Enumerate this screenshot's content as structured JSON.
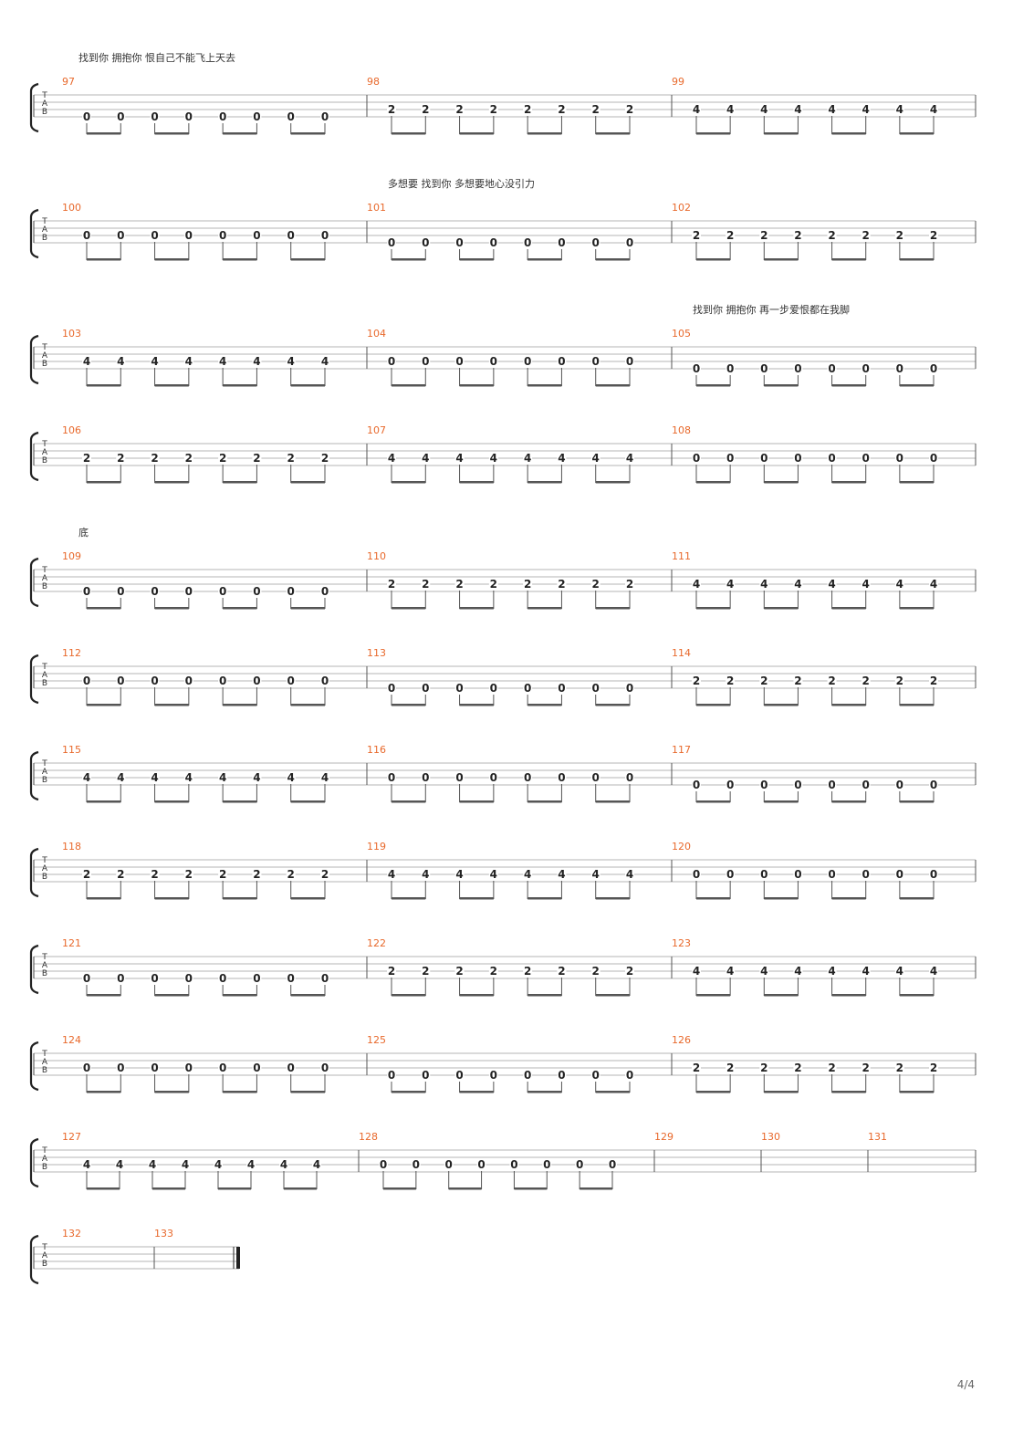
{
  "page_number": "4/4",
  "tab_clef": [
    "T",
    "A",
    "B"
  ],
  "colors": {
    "measure_number": "#e8692c",
    "staff_line": "#b5b5b5",
    "text": "#222222"
  },
  "systems": [
    {
      "lyrics": [
        {
          "text": "找到你 拥抱你 恨自己不能飞上天去",
          "measure": 0
        }
      ],
      "measures": [
        {
          "number": "97",
          "string": 3,
          "notes": [
            "0",
            "0",
            "0",
            "0",
            "0",
            "0",
            "0",
            "0"
          ]
        },
        {
          "number": "98",
          "string": 2,
          "notes": [
            "2",
            "2",
            "2",
            "2",
            "2",
            "2",
            "2",
            "2"
          ]
        },
        {
          "number": "99",
          "string": 2,
          "notes": [
            "4",
            "4",
            "4",
            "4",
            "4",
            "4",
            "4",
            "4"
          ]
        }
      ]
    },
    {
      "lyrics": [
        {
          "text": "多想要 找到你 多想要地心没引力",
          "measure": 1
        }
      ],
      "measures": [
        {
          "number": "100",
          "string": 2,
          "notes": [
            "0",
            "0",
            "0",
            "0",
            "0",
            "0",
            "0",
            "0"
          ]
        },
        {
          "number": "101",
          "string": 3,
          "notes": [
            "0",
            "0",
            "0",
            "0",
            "0",
            "0",
            "0",
            "0"
          ]
        },
        {
          "number": "102",
          "string": 2,
          "notes": [
            "2",
            "2",
            "2",
            "2",
            "2",
            "2",
            "2",
            "2"
          ]
        }
      ]
    },
    {
      "lyrics": [
        {
          "text": "找到你 拥抱你 再一步爱恨都在我脚",
          "measure": 2
        }
      ],
      "measures": [
        {
          "number": "103",
          "string": 2,
          "notes": [
            "4",
            "4",
            "4",
            "4",
            "4",
            "4",
            "4",
            "4"
          ]
        },
        {
          "number": "104",
          "string": 2,
          "notes": [
            "0",
            "0",
            "0",
            "0",
            "0",
            "0",
            "0",
            "0"
          ]
        },
        {
          "number": "105",
          "string": 3,
          "notes": [
            "0",
            "0",
            "0",
            "0",
            "0",
            "0",
            "0",
            "0"
          ]
        }
      ]
    },
    {
      "lyrics": [],
      "measures": [
        {
          "number": "106",
          "string": 2,
          "notes": [
            "2",
            "2",
            "2",
            "2",
            "2",
            "2",
            "2",
            "2"
          ]
        },
        {
          "number": "107",
          "string": 2,
          "notes": [
            "4",
            "4",
            "4",
            "4",
            "4",
            "4",
            "4",
            "4"
          ]
        },
        {
          "number": "108",
          "string": 2,
          "notes": [
            "0",
            "0",
            "0",
            "0",
            "0",
            "0",
            "0",
            "0"
          ]
        }
      ]
    },
    {
      "lyrics": [
        {
          "text": "底",
          "measure": 0
        }
      ],
      "measures": [
        {
          "number": "109",
          "string": 3,
          "notes": [
            "0",
            "0",
            "0",
            "0",
            "0",
            "0",
            "0",
            "0"
          ]
        },
        {
          "number": "110",
          "string": 2,
          "notes": [
            "2",
            "2",
            "2",
            "2",
            "2",
            "2",
            "2",
            "2"
          ]
        },
        {
          "number": "111",
          "string": 2,
          "notes": [
            "4",
            "4",
            "4",
            "4",
            "4",
            "4",
            "4",
            "4"
          ]
        }
      ]
    },
    {
      "lyrics": [],
      "measures": [
        {
          "number": "112",
          "string": 2,
          "notes": [
            "0",
            "0",
            "0",
            "0",
            "0",
            "0",
            "0",
            "0"
          ]
        },
        {
          "number": "113",
          "string": 3,
          "notes": [
            "0",
            "0",
            "0",
            "0",
            "0",
            "0",
            "0",
            "0"
          ]
        },
        {
          "number": "114",
          "string": 2,
          "notes": [
            "2",
            "2",
            "2",
            "2",
            "2",
            "2",
            "2",
            "2"
          ]
        }
      ]
    },
    {
      "lyrics": [],
      "measures": [
        {
          "number": "115",
          "string": 2,
          "notes": [
            "4",
            "4",
            "4",
            "4",
            "4",
            "4",
            "4",
            "4"
          ]
        },
        {
          "number": "116",
          "string": 2,
          "notes": [
            "0",
            "0",
            "0",
            "0",
            "0",
            "0",
            "0",
            "0"
          ]
        },
        {
          "number": "117",
          "string": 3,
          "notes": [
            "0",
            "0",
            "0",
            "0",
            "0",
            "0",
            "0",
            "0"
          ]
        }
      ]
    },
    {
      "lyrics": [],
      "measures": [
        {
          "number": "118",
          "string": 2,
          "notes": [
            "2",
            "2",
            "2",
            "2",
            "2",
            "2",
            "2",
            "2"
          ]
        },
        {
          "number": "119",
          "string": 2,
          "notes": [
            "4",
            "4",
            "4",
            "4",
            "4",
            "4",
            "4",
            "4"
          ]
        },
        {
          "number": "120",
          "string": 2,
          "notes": [
            "0",
            "0",
            "0",
            "0",
            "0",
            "0",
            "0",
            "0"
          ]
        }
      ]
    },
    {
      "lyrics": [],
      "measures": [
        {
          "number": "121",
          "string": 3,
          "notes": [
            "0",
            "0",
            "0",
            "0",
            "0",
            "0",
            "0",
            "0"
          ]
        },
        {
          "number": "122",
          "string": 2,
          "notes": [
            "2",
            "2",
            "2",
            "2",
            "2",
            "2",
            "2",
            "2"
          ]
        },
        {
          "number": "123",
          "string": 2,
          "notes": [
            "4",
            "4",
            "4",
            "4",
            "4",
            "4",
            "4",
            "4"
          ]
        }
      ]
    },
    {
      "lyrics": [],
      "measures": [
        {
          "number": "124",
          "string": 2,
          "notes": [
            "0",
            "0",
            "0",
            "0",
            "0",
            "0",
            "0",
            "0"
          ]
        },
        {
          "number": "125",
          "string": 3,
          "notes": [
            "0",
            "0",
            "0",
            "0",
            "0",
            "0",
            "0",
            "0"
          ]
        },
        {
          "number": "126",
          "string": 2,
          "notes": [
            "2",
            "2",
            "2",
            "2",
            "2",
            "2",
            "2",
            "2"
          ]
        }
      ]
    },
    {
      "lyrics": [],
      "measures": [
        {
          "number": "127",
          "string": 2,
          "notes": [
            "4",
            "4",
            "4",
            "4",
            "4",
            "4",
            "4",
            "4"
          ]
        },
        {
          "number": "128",
          "string": 2,
          "notes": [
            "0",
            "0",
            "0",
            "0",
            "0",
            "0",
            "0",
            "0"
          ]
        },
        {
          "number": "129",
          "string": 0,
          "notes": []
        },
        {
          "number": "130",
          "string": 0,
          "notes": []
        },
        {
          "number": "131",
          "string": 0,
          "notes": []
        }
      ]
    },
    {
      "lyrics": [],
      "final_barline": true,
      "measures": [
        {
          "number": "132",
          "string": 0,
          "notes": []
        },
        {
          "number": "133",
          "string": 0,
          "notes": []
        }
      ]
    }
  ]
}
